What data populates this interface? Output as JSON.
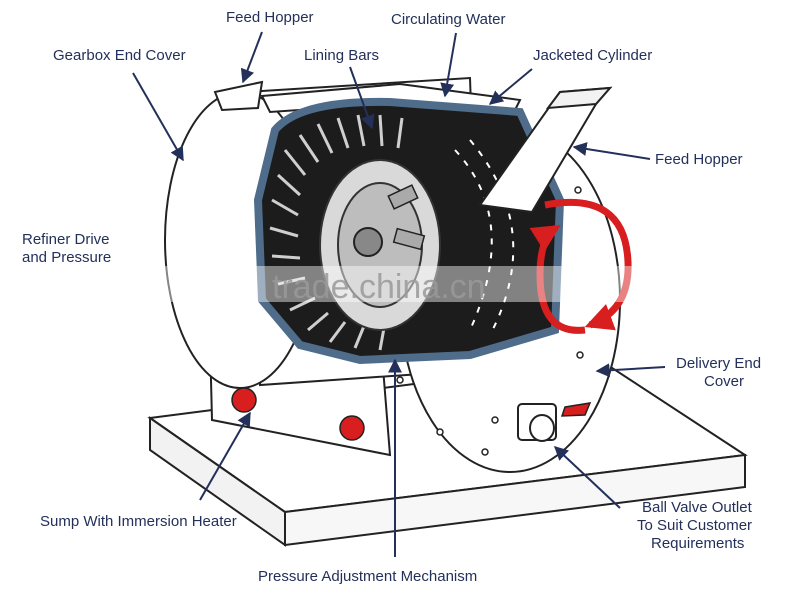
{
  "labels": {
    "feed_hopper_top": "Feed Hopper",
    "circulating_water": "Circulating Water",
    "gearbox_end_cover": "Gearbox End Cover",
    "lining_bars": "Lining Bars",
    "jacketed_cylinder": "Jacketed Cylinder",
    "feed_hopper_right": "Feed Hopper",
    "refiner_drive_line1": "Refiner Drive",
    "refiner_drive_line2": "and Pressure",
    "delivery_end_cover_line1": "Delivery End",
    "delivery_end_cover_line2": "Cover",
    "sump": "Sump With Immersion Heater",
    "ball_valve_line1": "Ball Valve Outlet",
    "ball_valve_line2": "To Suit Customer",
    "ball_valve_line3": "Requirements",
    "pressure_adjustment": "Pressure Adjustment Mechanism"
  },
  "watermark": "trade.china.cn",
  "colors": {
    "label_text": "#23305a",
    "arrow": "#23305a",
    "drum_interior": "#1c1c1c",
    "lining_blue": "#4f6d8a",
    "rotation_arrow": "#d81e1e",
    "heater_red": "#d81e1e"
  }
}
